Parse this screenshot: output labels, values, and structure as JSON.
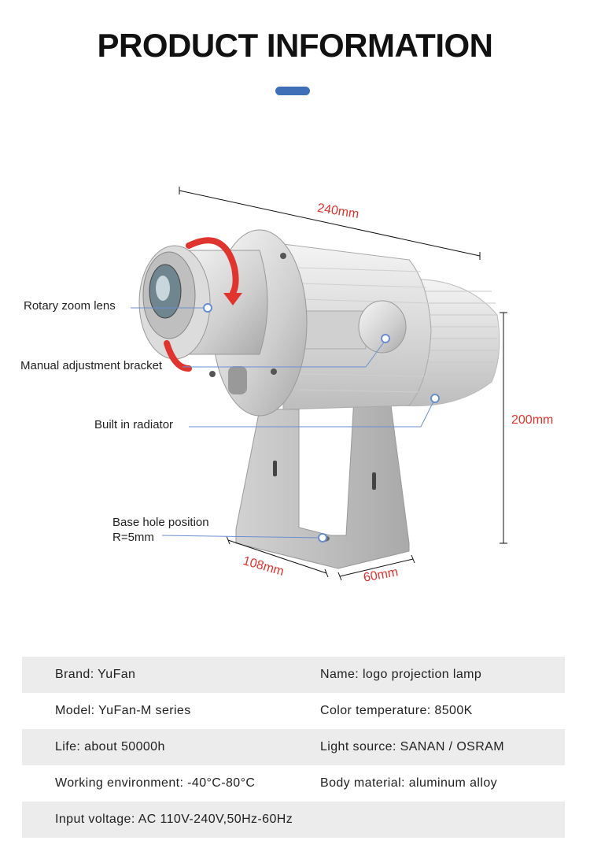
{
  "header": {
    "title": "PRODUCT INFORMATION",
    "accent_color": "#3f6fb6"
  },
  "diagram": {
    "labels": {
      "zoom_lens": "Rotary zoom lens",
      "bracket": "Manual adjustment bracket",
      "radiator": "Built in radiator",
      "base_hole": "Base hole position",
      "base_radius": "R=5mm"
    },
    "dimensions": {
      "length": "240mm",
      "height": "200mm",
      "base_length": "108mm",
      "base_width": "60mm"
    },
    "dimension_color": "#e0342f"
  },
  "specs": {
    "rows": [
      {
        "left": "Brand: YuFan",
        "right": "Name: logo projection lamp"
      },
      {
        "left": "Model: YuFan-M series",
        "right": "Color temperature: 8500K"
      },
      {
        "left": "Life: about 50000h",
        "right": "Light source: SANAN / OSRAM"
      },
      {
        "left": "Working environment: -40°C-80°C",
        "right": "Body material: aluminum alloy"
      },
      {
        "left": "Input voltage: AC 110V-240V,50Hz-60Hz",
        "right": ""
      }
    ]
  }
}
